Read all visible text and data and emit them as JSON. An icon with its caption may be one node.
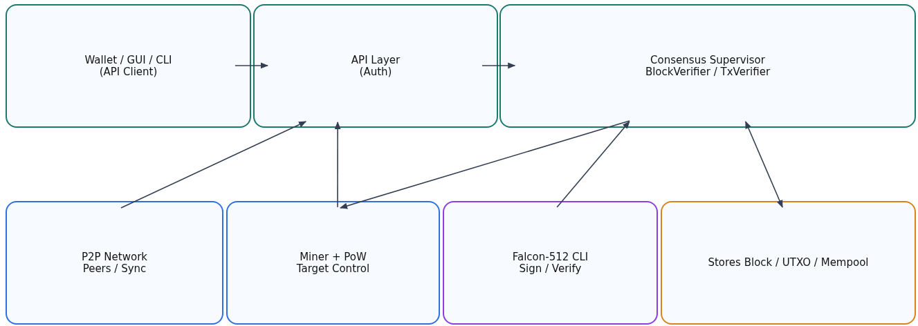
{
  "diagram": {
    "nodes": [
      {
        "text": [
          "Wallet / GUI / CLI (API Client)"
        ]
      },
      {
        "text": [
          "API Layer (Auth)"
        ]
      },
      {
        "text": [
          "Consensus Supervisor BlockVerifier / TxVerifier"
        ]
      },
      {
        "text": [
          "P2P Network Peers / Sync"
        ]
      },
      {
        "text": [
          "Miner + PoW Target Control"
        ]
      },
      {
        "text": [
          "Falcon-512 CLI Sign / Verify"
        ]
      },
      {
        "text": [
          "Stores Block / UTXO / Mempool"
        ]
      }
    ],
    "edges": [
      {
        "from": 0,
        "to": 1,
        "arrow": "to"
      },
      {
        "from": 1,
        "to": 2,
        "arrow": "to"
      },
      {
        "from": 3,
        "to": 1,
        "arrow": "to"
      },
      {
        "from": 4,
        "to": 1,
        "arrow": "to"
      },
      {
        "from": 2,
        "to": 4,
        "arrow": "to"
      },
      {
        "from": 5,
        "to": 2,
        "arrow": "to"
      },
      {
        "from": 2,
        "to": 6,
        "arrow": "both"
      }
    ]
  }
}
